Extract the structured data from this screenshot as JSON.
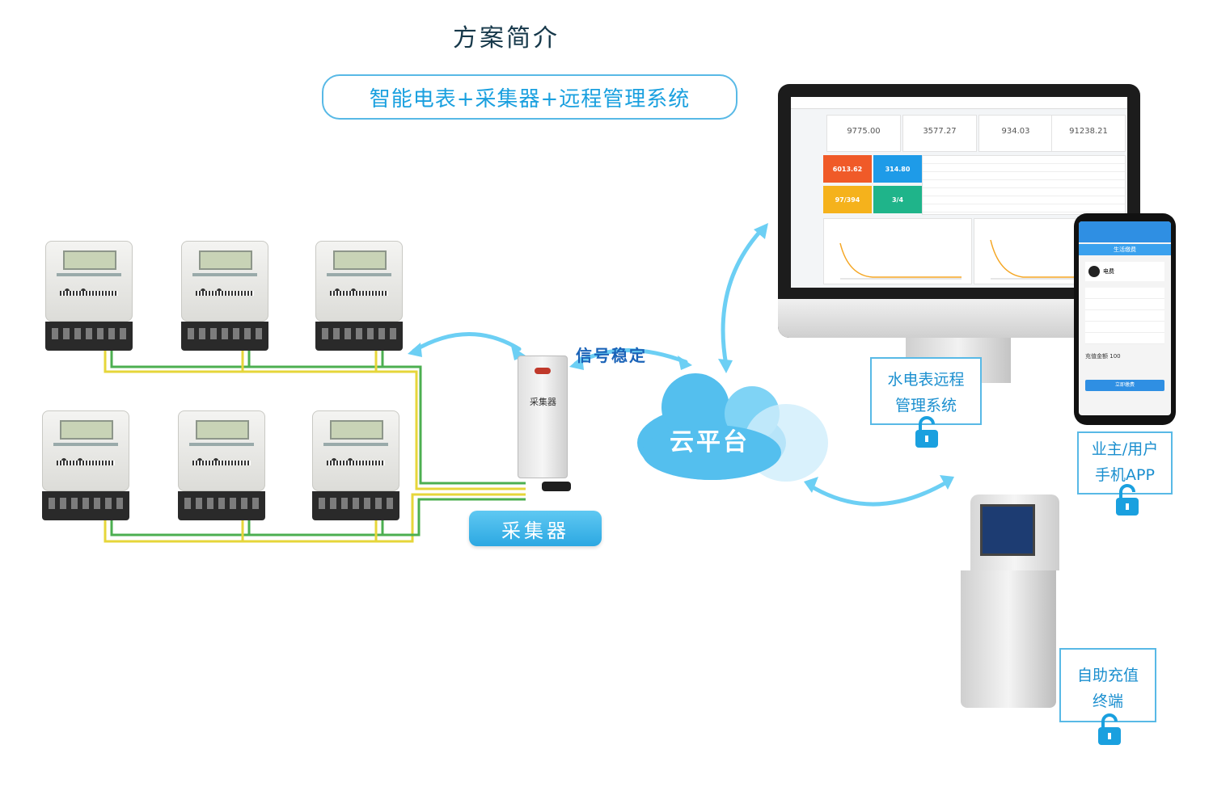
{
  "title": "方案简介",
  "subtitle": "智能电表+采集器+远程管理系统",
  "collector_label": "采集器",
  "collector_device_text": "采集器",
  "signal_label": "信号稳定",
  "cloud_label": "云平台",
  "dashboard": {
    "stats": [
      "9775.00",
      "3577.27",
      "934.03",
      "91238.21"
    ],
    "tiles": [
      {
        "value": "6013.62",
        "color": "#f05a28"
      },
      {
        "value": "314.80",
        "color": "#1e9be8"
      },
      {
        "value": "97/394",
        "color": "#f5b21c"
      },
      {
        "value": "3/4",
        "color": "#1fb48a"
      }
    ]
  },
  "phone": {
    "page_title": "生活缴费",
    "item": "电费",
    "amount_label": "充值金额",
    "amount_value": "100",
    "pay_button": "立即缴费"
  },
  "labels": {
    "management": {
      "line1": "水电表远程",
      "line2": "管理系统"
    },
    "app": {
      "line1": "业主/用户",
      "line2": "手机APP"
    },
    "kiosk": {
      "line1": "自助充值",
      "line2": "终端"
    }
  },
  "colors": {
    "accent_blue": "#1aa0df",
    "border_blue": "#58b9e6",
    "arrow_blue": "#6ccff4",
    "wire_green": "#4caf50",
    "wire_yellow": "#e6d63a"
  }
}
